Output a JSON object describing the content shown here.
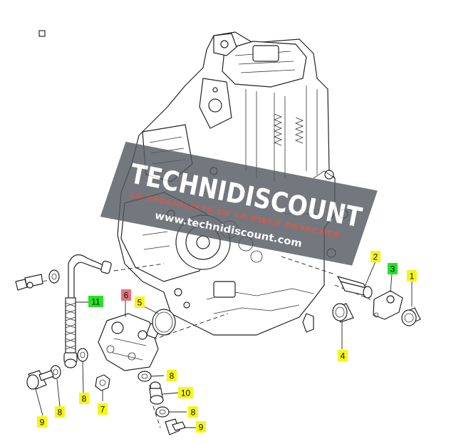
{
  "watermark": {
    "brand": "TECHNIDISCOUNT",
    "tagline": "LE SPECIALISTE DE LA PIECE DETACHEE",
    "url": "www.technidiscount.com"
  },
  "callouts": [
    {
      "id": "c1",
      "label": "1",
      "color": "#f5f51a"
    },
    {
      "id": "c2",
      "label": "2",
      "color": "#f5f51a"
    },
    {
      "id": "c3",
      "label": "3",
      "color": "#27e027"
    },
    {
      "id": "c4",
      "label": "4",
      "color": "#f5f51a"
    },
    {
      "id": "c5",
      "label": "5",
      "color": "#f5f51a"
    },
    {
      "id": "c6",
      "label": "6",
      "color": "#e8707e"
    },
    {
      "id": "c7",
      "label": "7",
      "color": "#f5f51a"
    },
    {
      "id": "c8a",
      "label": "8",
      "color": "#f5f51a"
    },
    {
      "id": "c8b",
      "label": "8",
      "color": "#f5f51a"
    },
    {
      "id": "c8c",
      "label": "8",
      "color": "#f5f51a"
    },
    {
      "id": "c8d",
      "label": "8",
      "color": "#f5f51a"
    },
    {
      "id": "c9a",
      "label": "9",
      "color": "#f5f51a"
    },
    {
      "id": "c9b",
      "label": "9",
      "color": "#f5f51a"
    },
    {
      "id": "c10",
      "label": "10",
      "color": "#f5f51a"
    },
    {
      "id": "c11",
      "label": "11",
      "color": "#27e027"
    }
  ]
}
